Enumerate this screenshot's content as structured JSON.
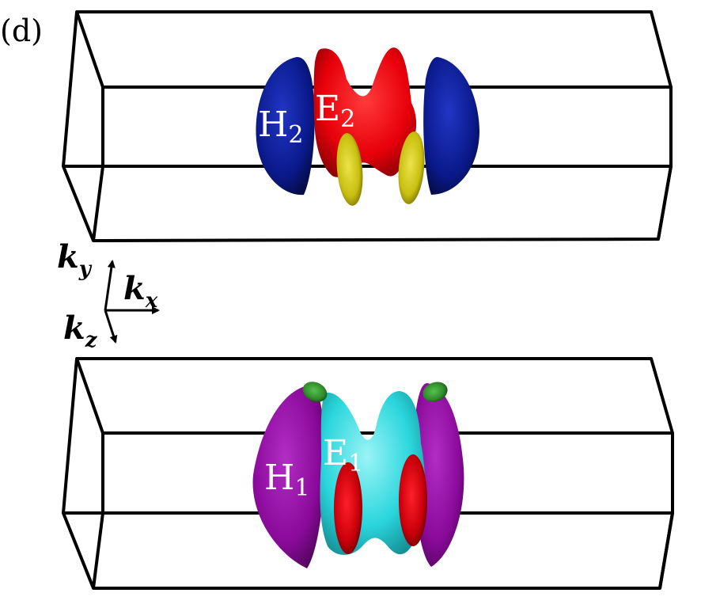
{
  "panel_label": "(d)",
  "top_panel": {
    "labels": {
      "hole": {
        "main": "H",
        "sub": "2"
      },
      "electron": {
        "main": "E",
        "sub": "2"
      }
    },
    "colors": {
      "hole_pocket": "#0a1a8c",
      "electron_pocket": "#e8000a",
      "inner_pocket": "#c9bf10"
    }
  },
  "bottom_panel": {
    "labels": {
      "hole": {
        "main": "H",
        "sub": "1"
      },
      "electron": {
        "main": "E",
        "sub": "1"
      }
    },
    "colors": {
      "hole_pocket": "#8a0a9a",
      "electron_pocket": "#2ad6dc",
      "inner_pocket": "#c8000a",
      "tip_pocket": "#2f8a2a"
    }
  },
  "axes": {
    "ky": {
      "main": "k",
      "sub": "y"
    },
    "kx": {
      "main": "k",
      "sub": "x"
    },
    "kz": {
      "main": "k",
      "sub": "z"
    }
  }
}
